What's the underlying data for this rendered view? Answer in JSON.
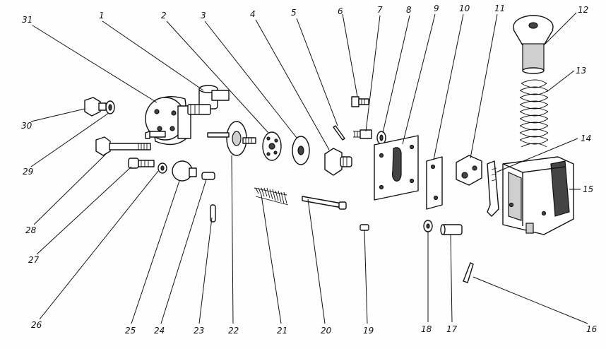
{
  "diagram": {
    "parts": [
      {
        "id": "p1",
        "label": "1"
      },
      {
        "id": "p2",
        "label": "2"
      },
      {
        "id": "p3",
        "label": "3"
      },
      {
        "id": "p4",
        "label": "4"
      },
      {
        "id": "p5",
        "label": "5"
      },
      {
        "id": "p6",
        "label": "6"
      },
      {
        "id": "p7",
        "label": "7"
      },
      {
        "id": "p8",
        "label": "8"
      },
      {
        "id": "p9",
        "label": "9"
      },
      {
        "id": "p10",
        "label": "10"
      },
      {
        "id": "p11",
        "label": "11"
      },
      {
        "id": "p12",
        "label": "12"
      },
      {
        "id": "p13",
        "label": "13"
      },
      {
        "id": "p14",
        "label": "14"
      },
      {
        "id": "p15",
        "label": "15"
      },
      {
        "id": "p16",
        "label": "16"
      },
      {
        "id": "p17",
        "label": "17"
      },
      {
        "id": "p18",
        "label": "18"
      },
      {
        "id": "p19",
        "label": "19"
      },
      {
        "id": "p20",
        "label": "20"
      },
      {
        "id": "p21",
        "label": "21"
      },
      {
        "id": "p22",
        "label": "22"
      },
      {
        "id": "p23",
        "label": "23"
      },
      {
        "id": "p24",
        "label": "24"
      },
      {
        "id": "p25",
        "label": "25"
      },
      {
        "id": "p26",
        "label": "26"
      },
      {
        "id": "p27",
        "label": "27"
      },
      {
        "id": "p28",
        "label": "28"
      },
      {
        "id": "p29",
        "label": "29"
      },
      {
        "id": "p30",
        "label": "30"
      },
      {
        "id": "p31",
        "label": "31"
      }
    ]
  }
}
